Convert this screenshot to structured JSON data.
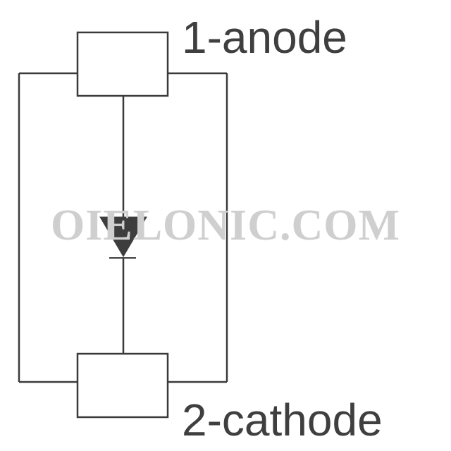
{
  "pins": {
    "anode": {
      "label": "1-anode"
    },
    "cathode": {
      "label": "2-cathode"
    }
  },
  "watermark": {
    "text": "OIELONIC.COM"
  },
  "colors": {
    "background": "#ffffff",
    "stroke": "#3a3a3a",
    "label_text": "#3f3f3f",
    "diode_fill": "#3d3d3d",
    "watermark": "#cfcfcf"
  }
}
